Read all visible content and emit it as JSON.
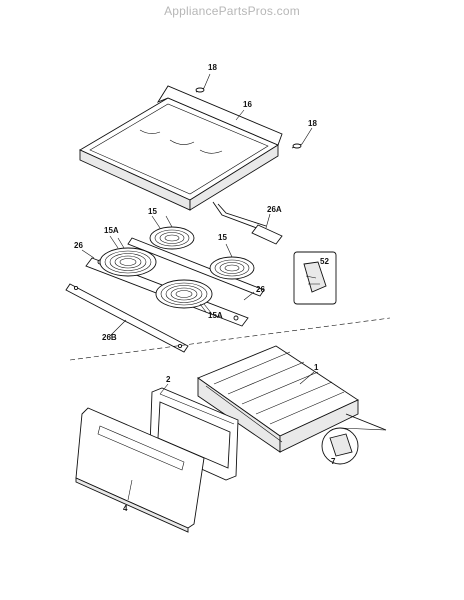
{
  "watermark": "AppliancePartsPros.com",
  "callouts": {
    "c18a": "18",
    "c16": "16",
    "c18b": "18",
    "c26a": "26A",
    "c15a": "15",
    "c15b": "15",
    "c15A1": "15A",
    "c26a2": "26",
    "c52": "52",
    "c26b": "26",
    "c15A2": "15A",
    "c26B": "26B",
    "c1": "1",
    "c2": "2",
    "c4": "4",
    "c7": "7"
  }
}
